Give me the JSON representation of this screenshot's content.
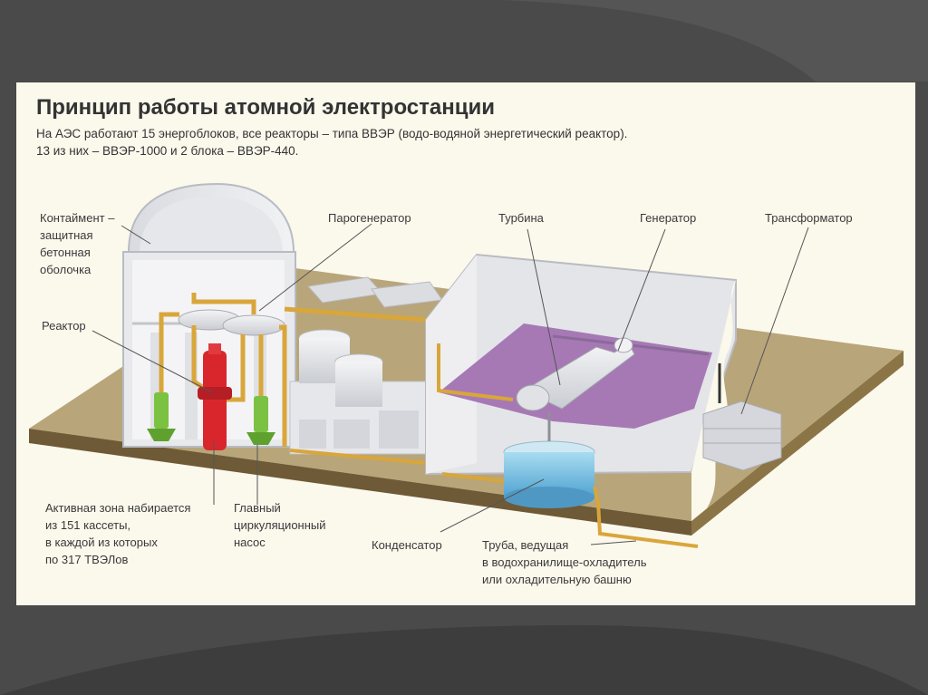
{
  "slide": {
    "title": "Принцип работы атомной электростанции",
    "subtitle_lines": [
      "На АЭС работают 15 энергоблоков, все реакторы – типа ВВЭР (водо-водяной энергетический реактор).",
      "13 из них – ВВЭР-1000 и 2 блока – ВВЭР-440."
    ]
  },
  "labels": {
    "containment": [
      "Контаймент –",
      "защитная",
      "бетонная",
      "оболочка"
    ],
    "reactor": [
      "Реактор"
    ],
    "steam_generator": [
      "Парогенератор"
    ],
    "turbine": [
      "Турбина"
    ],
    "generator": [
      "Генератор"
    ],
    "transformer": [
      "Трансформатор"
    ],
    "active_zone": [
      "Активная зона набирается",
      "из 151 кассеты,",
      "в каждой из которых",
      "по 317 ТВЭЛов"
    ],
    "main_pump": [
      "Главный",
      "циркуляционный",
      "насос"
    ],
    "condenser": [
      "Конденсатор"
    ],
    "cooling_pipe": [
      "Труба, ведущая",
      "в водохранилище-охладитель",
      "или охладительную башню"
    ]
  },
  "colors": {
    "background": "#4a4a4a",
    "slide": "#fbf8ec",
    "ground": "#b8a57a",
    "pipe": "#d9a63a",
    "reactor": "#d9262c",
    "pump": "#7cc242",
    "turbine_floor": "#a679b5",
    "water": "#79bfe0"
  }
}
